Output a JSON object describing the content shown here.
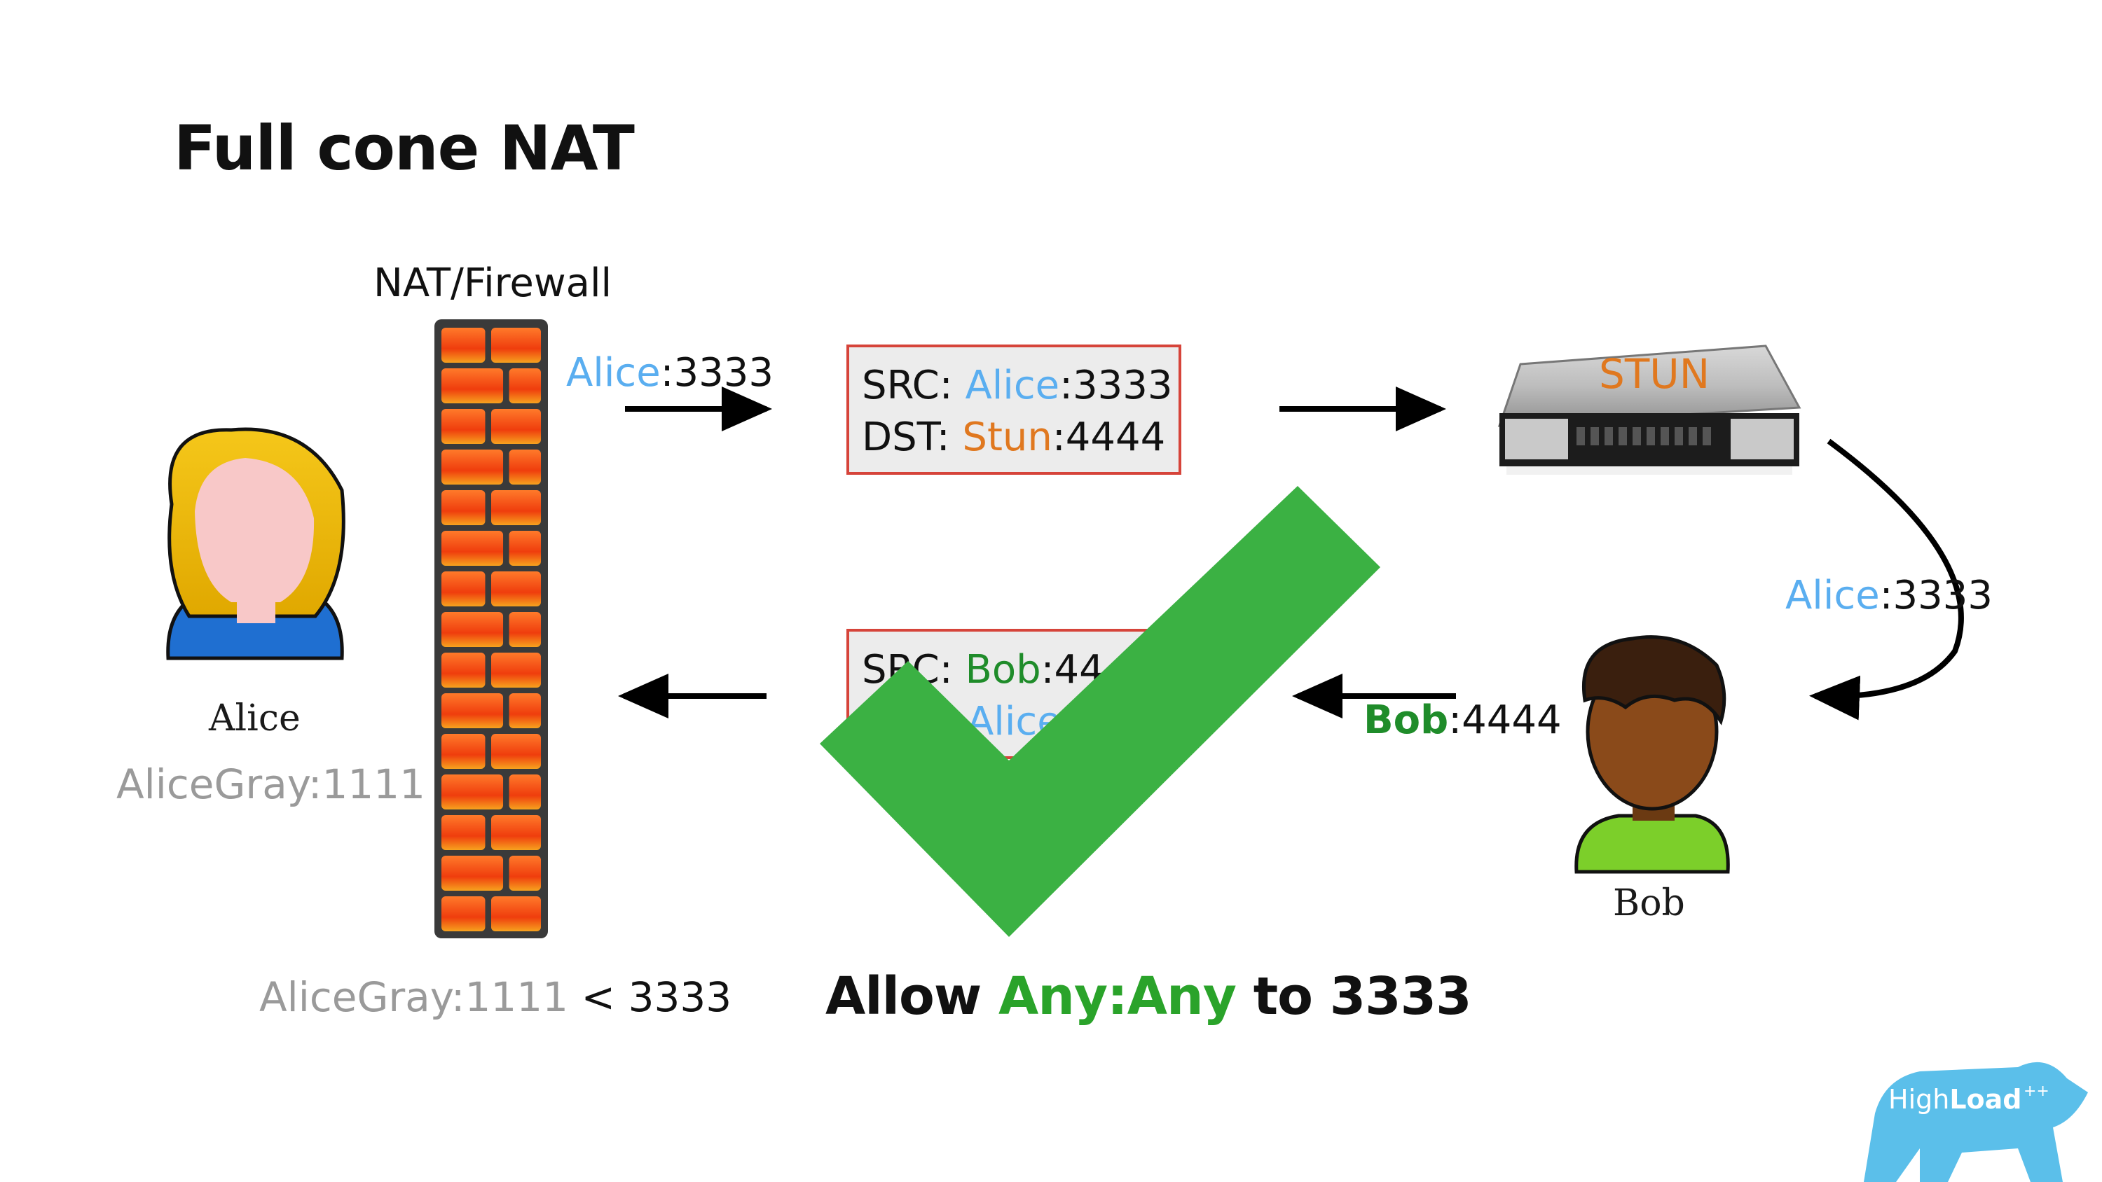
{
  "title": "Full cone NAT",
  "firewall": {
    "label": "NAT/Firewall"
  },
  "alice": {
    "name": "Alice",
    "private_host": "AliceGray",
    "private_port": ":1111"
  },
  "bob": {
    "name": "Bob",
    "host": "Bob",
    "port": ":4444"
  },
  "stun_server": {
    "label": "STUN"
  },
  "arrows": {
    "alice_to_stun": {
      "host": "Alice",
      "port": ":3333"
    },
    "stun_to_bob": {
      "host": "Alice",
      "port": ":3333"
    }
  },
  "packet_out": {
    "src_key": "SRC: ",
    "src_host": "Alice",
    "src_port": ":3333",
    "dst_key": "DST: ",
    "dst_host": "Stun",
    "dst_port": ":4444"
  },
  "packet_in": {
    "src_key": "SRC: ",
    "src_host": "Bob",
    "src_port": ":44",
    "dst_host": "Alice"
  },
  "mapping": {
    "private_host": "AliceGray",
    "private_port": ":1111",
    "separator": " < ",
    "public_port": "3333"
  },
  "rule": {
    "prefix": "Allow ",
    "any_any": "Any:Any",
    "suffix": " to 3333"
  },
  "logo": {
    "part1": "High",
    "part2": "Load",
    "superscript": "++"
  },
  "colors": {
    "alice_blue": "#5aaef0",
    "stun_orange": "#e0781f",
    "bob_green": "#1f8c2a",
    "check_green": "#3bb143",
    "packet_border": "#d6443a",
    "logo_blue": "#5bbfea",
    "brick_red": "#ef4a12",
    "gray_text": "#9a9a9a"
  }
}
